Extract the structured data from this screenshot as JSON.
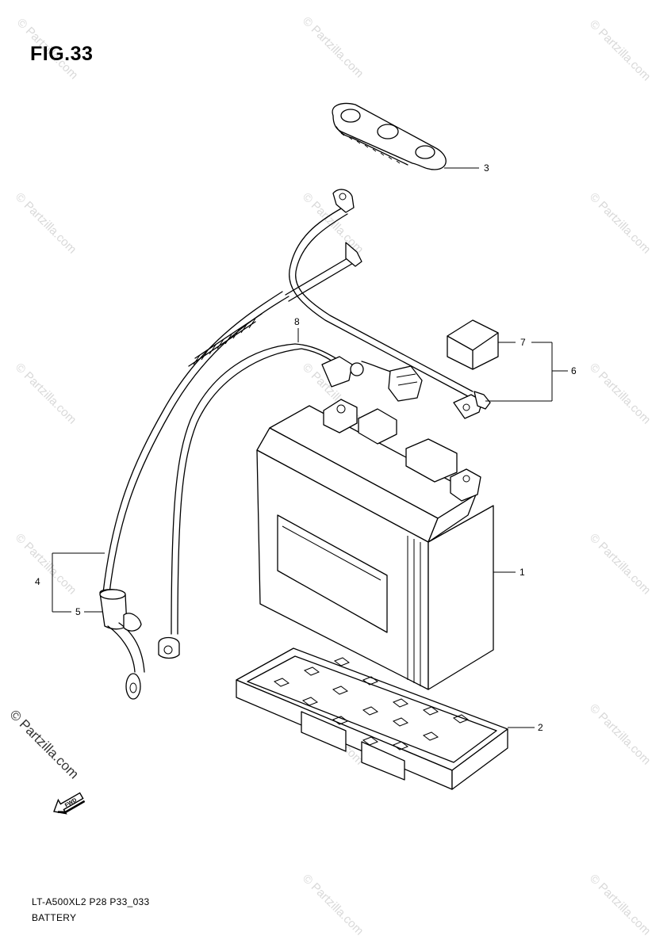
{
  "figure": {
    "title": "FIG.33",
    "code": "LT-A500XL2 P28 P33_033",
    "name": "BATTERY"
  },
  "callouts": [
    {
      "number": "1"
    },
    {
      "number": "2"
    },
    {
      "number": "3"
    },
    {
      "number": "4"
    },
    {
      "number": "5"
    },
    {
      "number": "6"
    },
    {
      "number": "7"
    },
    {
      "number": "8"
    }
  ],
  "watermark": {
    "text": "© Partzilla.com",
    "corner_text": "© Partzilla.com"
  },
  "front_arrow": {
    "label": "FWD"
  },
  "colors": {
    "line": "#000000",
    "background": "#ffffff",
    "watermark": "#d9d9d9"
  }
}
